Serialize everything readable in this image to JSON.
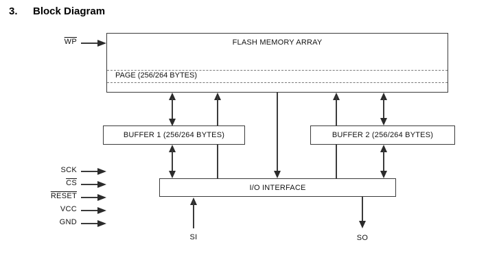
{
  "title": {
    "number": "3.",
    "text": "Block Diagram"
  },
  "diagram": {
    "flash": {
      "label": "FLASH MEMORY ARRAY",
      "page_label": "PAGE (256/264 BYTES)"
    },
    "buffer1_label": "BUFFER 1 (256/264 BYTES)",
    "buffer2_label": "BUFFER 2 (256/264 BYTES)",
    "io_label": "I/O INTERFACE",
    "signals": {
      "wp": {
        "label": "WP",
        "overline": true
      },
      "left": [
        {
          "label": "SCK",
          "overline": false
        },
        {
          "label": "CS",
          "overline": true
        },
        {
          "label": "RESET",
          "overline": true
        },
        {
          "label": "VCC",
          "overline": false
        },
        {
          "label": "GND",
          "overline": false
        }
      ],
      "si": {
        "label": "SI"
      },
      "so": {
        "label": "SO"
      }
    },
    "colors": {
      "line": "#3a3a3a",
      "text": "#111111",
      "dashed_line": "#777777",
      "background": "#ffffff"
    }
  }
}
